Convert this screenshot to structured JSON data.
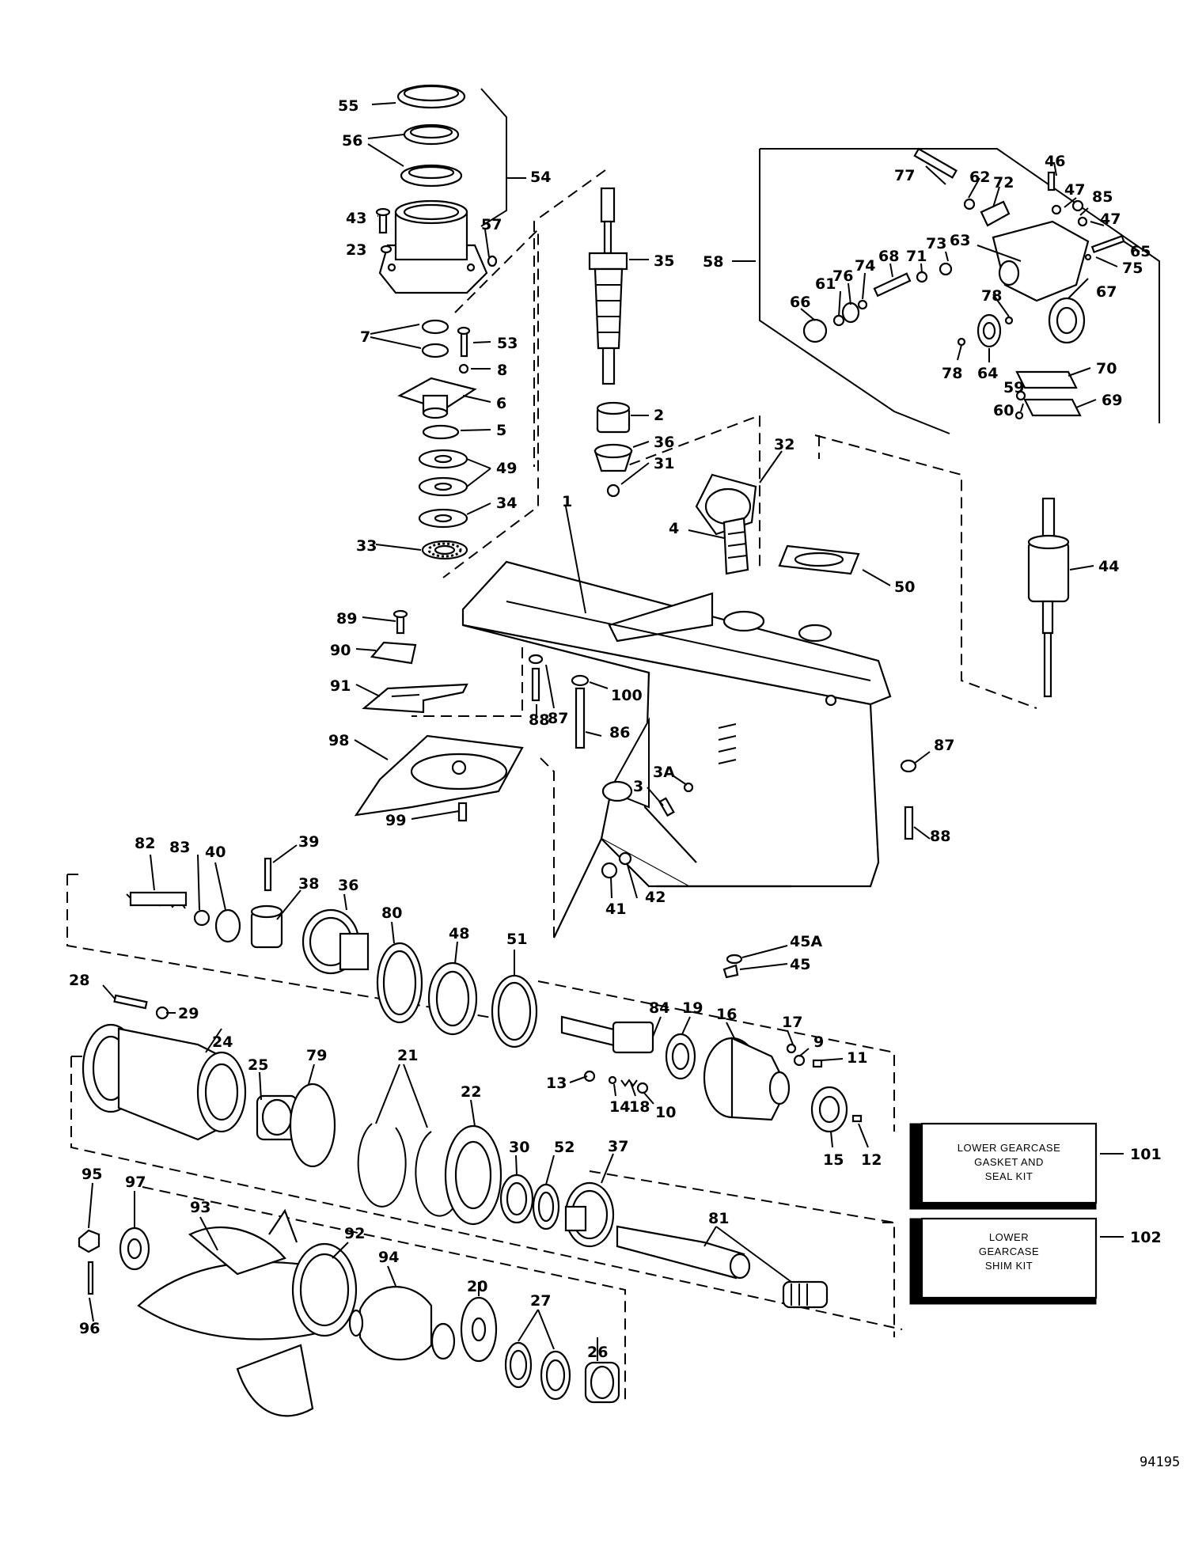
{
  "figure_number": "94195",
  "callouts": [
    "1",
    "2",
    "3",
    "3A",
    "4",
    "5",
    "6",
    "7",
    "8",
    "9",
    "10",
    "11",
    "12",
    "13",
    "14",
    "15",
    "16",
    "17",
    "18",
    "19",
    "20",
    "21",
    "22",
    "23",
    "24",
    "25",
    "26",
    "27",
    "28",
    "29",
    "30",
    "31",
    "32",
    "33",
    "34",
    "35",
    "36",
    "36",
    "37",
    "38",
    "39",
    "40",
    "41",
    "42",
    "43",
    "44",
    "45",
    "45A",
    "46",
    "47",
    "47",
    "48",
    "49",
    "50",
    "51",
    "52",
    "53",
    "54",
    "55",
    "56",
    "57",
    "58",
    "59",
    "60",
    "61",
    "62",
    "63",
    "64",
    "65",
    "66",
    "67",
    "68",
    "69",
    "70",
    "71",
    "72",
    "73",
    "74",
    "75",
    "76",
    "77",
    "78",
    "78",
    "79",
    "80",
    "81",
    "82",
    "83",
    "84",
    "85",
    "86",
    "87",
    "87",
    "88",
    "88",
    "89",
    "90",
    "91",
    "92",
    "93",
    "94",
    "95",
    "96",
    "97",
    "98",
    "99",
    "100",
    "101",
    "102"
  ],
  "kits": [
    {
      "id": "101",
      "lines": [
        "LOWER GEARCASE",
        "GASKET AND",
        "SEAL KIT"
      ]
    },
    {
      "id": "102",
      "lines": [
        "LOWER",
        "GEARCASE",
        "SHIM KIT"
      ]
    }
  ]
}
